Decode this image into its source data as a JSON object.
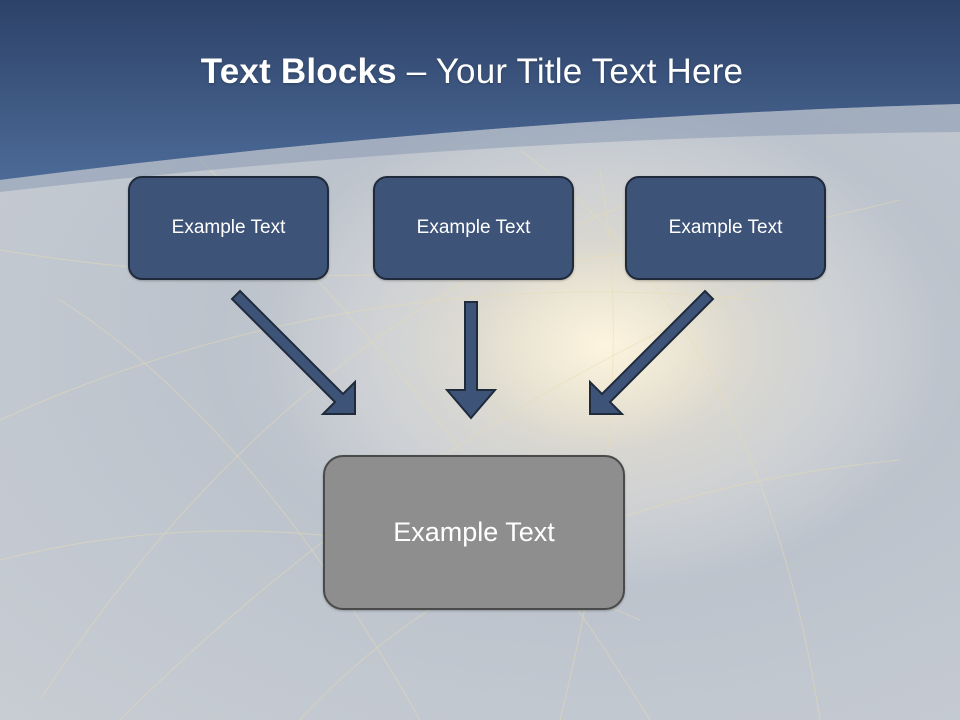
{
  "title": {
    "bold": "Text Blocks",
    "rest": " – Your Title Text Here"
  },
  "boxes": {
    "left": "Example Text",
    "middle": "Example Text",
    "right": "Example Text",
    "result": "Example Text"
  },
  "colors": {
    "header": "#3e5a86",
    "box_fill": "#3e5378",
    "result_fill": "#8e8e8e"
  }
}
